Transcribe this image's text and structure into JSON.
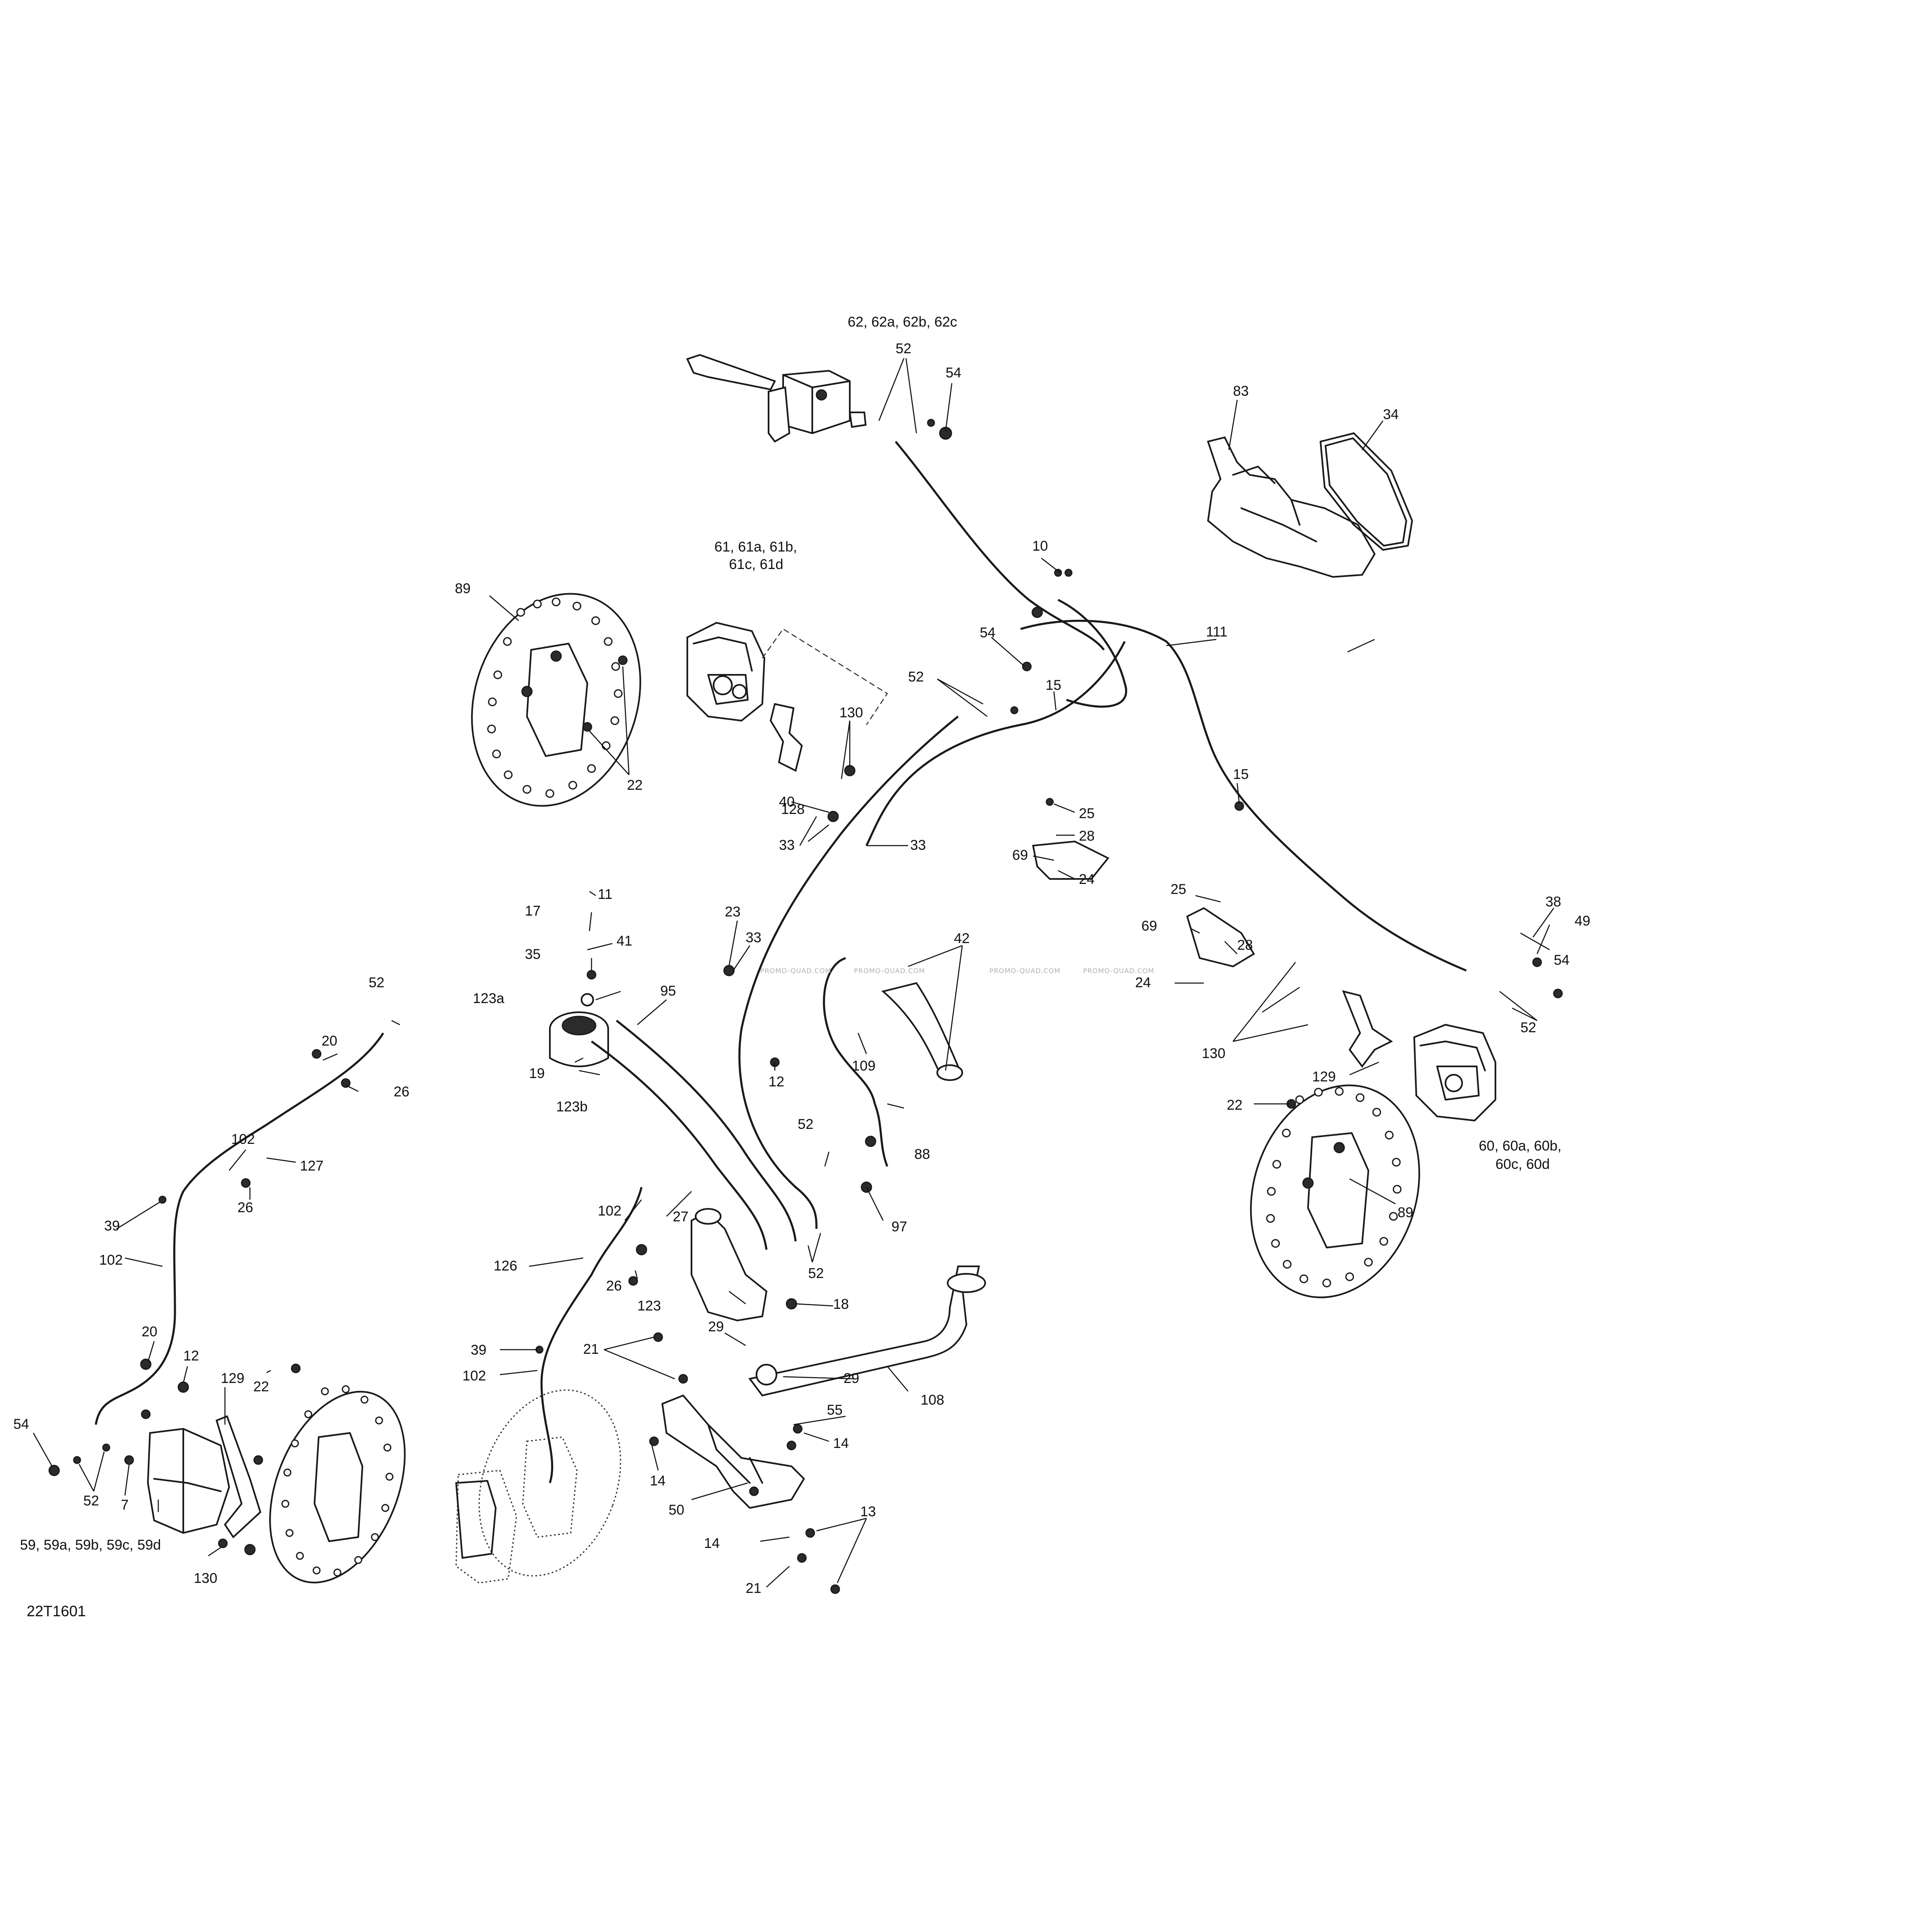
{
  "diagram": {
    "code": "22T1601",
    "watermark": "PROMO-QUAD.COM",
    "labels": {
      "l62": "62, 62a, 62b, 62c",
      "l52a": "52",
      "l54a": "54",
      "l83": "83",
      "l34": "34",
      "l61a": "61, 61a, 61b,",
      "l61b": "61c, 61d",
      "l89a": "89",
      "l22a": "22",
      "l10": "10",
      "l111": "111",
      "l54b": "54",
      "l52b": "52",
      "l15a": "15",
      "l130a": "130",
      "l128": "128",
      "l15b": "15",
      "l25a": "25",
      "l28a": "28",
      "l69a": "69",
      "l24a": "24",
      "l40": "40",
      "l33a": "33",
      "l33b": "33",
      "l11": "11",
      "l17": "17",
      "l41": "41",
      "l35": "35",
      "l23": "23",
      "l33c": "33",
      "l25b": "25",
      "l69b": "69",
      "l28b": "28",
      "l24b": "24",
      "l38": "38",
      "l49": "49",
      "l54c": "54",
      "l52c": "52",
      "l123a": "123a",
      "l95": "95",
      "l42": "42",
      "l12a": "12",
      "l19": "19",
      "l109": "109",
      "l123b": "123b",
      "l130b": "130",
      "l129a": "129",
      "l22b": "22",
      "l60a": "60, 60a, 60b,",
      "l60b": "60c, 60d",
      "l89b": "89",
      "l52d": "52",
      "l20a": "20",
      "l26a": "26",
      "l102a": "102",
      "l127": "127",
      "l26b": "26",
      "l88": "88",
      "l52e": "52",
      "l97": "97",
      "l39a": "39",
      "l102b": "102",
      "l102c": "102",
      "l27": "27",
      "l52f": "52",
      "l26c": "26",
      "l126": "126",
      "l123": "123",
      "l18": "18",
      "l20b": "20",
      "l12b": "12",
      "l29a": "29",
      "l39b": "39",
      "l102d": "102",
      "l21a": "21",
      "l29b": "29",
      "l108": "108",
      "l129b": "129",
      "l22c": "22",
      "l55": "55",
      "l14a": "14",
      "l54d": "54",
      "l52g": "52",
      "l7": "7",
      "l59": "59, 59a, 59b, 59c, 59d",
      "l130c": "130",
      "l14b": "14",
      "l50": "50",
      "l13": "13",
      "l14c": "14",
      "l21b": "21"
    }
  }
}
